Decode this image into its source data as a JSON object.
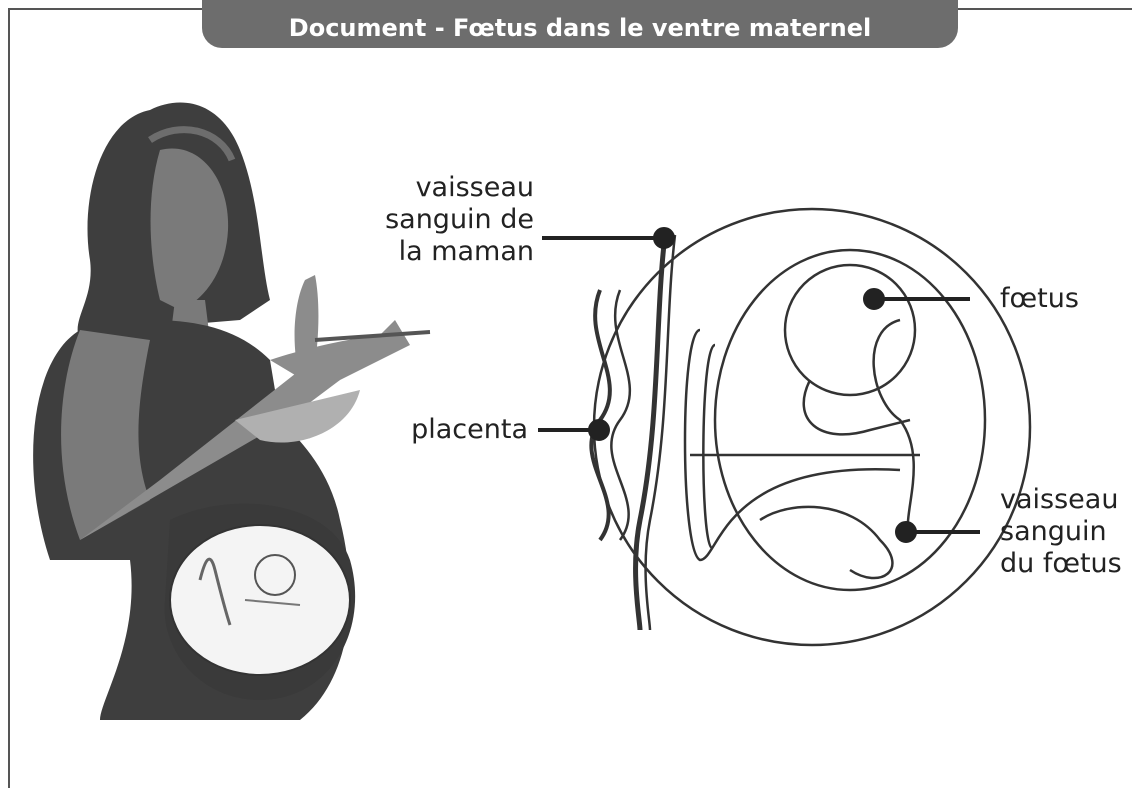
{
  "title": "Document - Fœtus dans le ventre maternel",
  "labels": {
    "maternal_vessel": [
      "vaisseau",
      "sanguin de",
      "la maman"
    ],
    "placenta": "placenta",
    "fetus": "fœtus",
    "fetal_vessel": [
      "vaisseau",
      "sanguin",
      "du fœtus"
    ]
  },
  "colors": {
    "frame": "#555555",
    "title_bg": "#6d6d6d",
    "silhouette_dark": "#3e3e3e",
    "silhouette_mid": "#7a7a7a",
    "skin": "#8c8c8c"
  }
}
